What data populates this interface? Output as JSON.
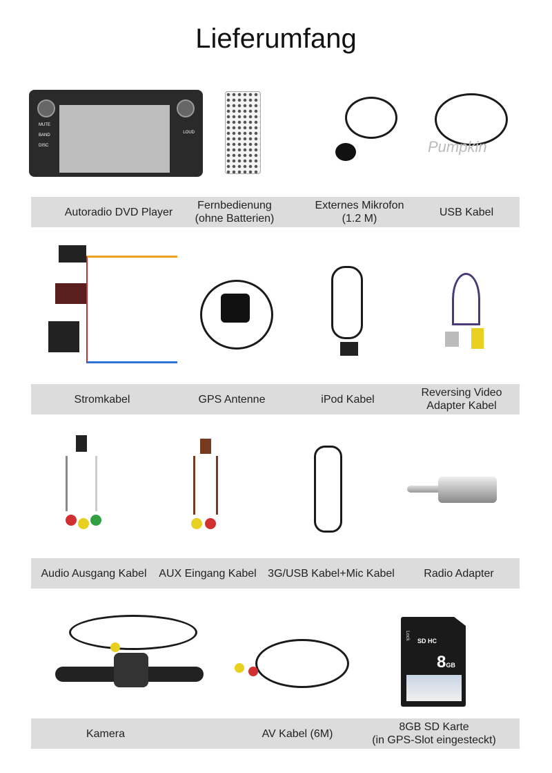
{
  "title": "Lieferumfang",
  "watermark": "Pumpkin",
  "sd_card": {
    "capacity": "8",
    "unit": "GB",
    "lock": "Lock",
    "logo": "SD HC"
  },
  "head_unit_buttons": [
    "MUTE",
    "BAND",
    "DISC",
    "LOUD"
  ],
  "rows": [
    {
      "items": [
        {
          "lines": [
            "Autoradio DVD Player"
          ]
        },
        {
          "lines": [
            "Fernbedienung",
            "(ohne Batterien)"
          ]
        },
        {
          "lines": [
            "Externes Mikrofon",
            "(1.2 M)"
          ]
        },
        {
          "lines": [
            "USB Kabel"
          ]
        }
      ]
    },
    {
      "items": [
        {
          "lines": [
            "Stromkabel"
          ]
        },
        {
          "lines": [
            "GPS Antenne"
          ]
        },
        {
          "lines": [
            "iPod Kabel"
          ]
        },
        {
          "lines": [
            "Reversing Video",
            "Adapter Kabel"
          ]
        }
      ]
    },
    {
      "items": [
        {
          "lines": [
            "Audio Ausgang Kabel"
          ]
        },
        {
          "lines": [
            "AUX Eingang Kabel"
          ]
        },
        {
          "lines": [
            "3G/USB Kabel+Mic Kabel"
          ]
        },
        {
          "lines": [
            "Radio Adapter"
          ]
        }
      ]
    },
    {
      "items": [
        {
          "lines": [
            "Kamera"
          ]
        },
        {
          "lines": [
            "AV Kabel (6M)"
          ]
        },
        {
          "lines": [
            "8GB SD Karte",
            "(in GPS-Slot eingesteckt)"
          ]
        }
      ]
    }
  ]
}
